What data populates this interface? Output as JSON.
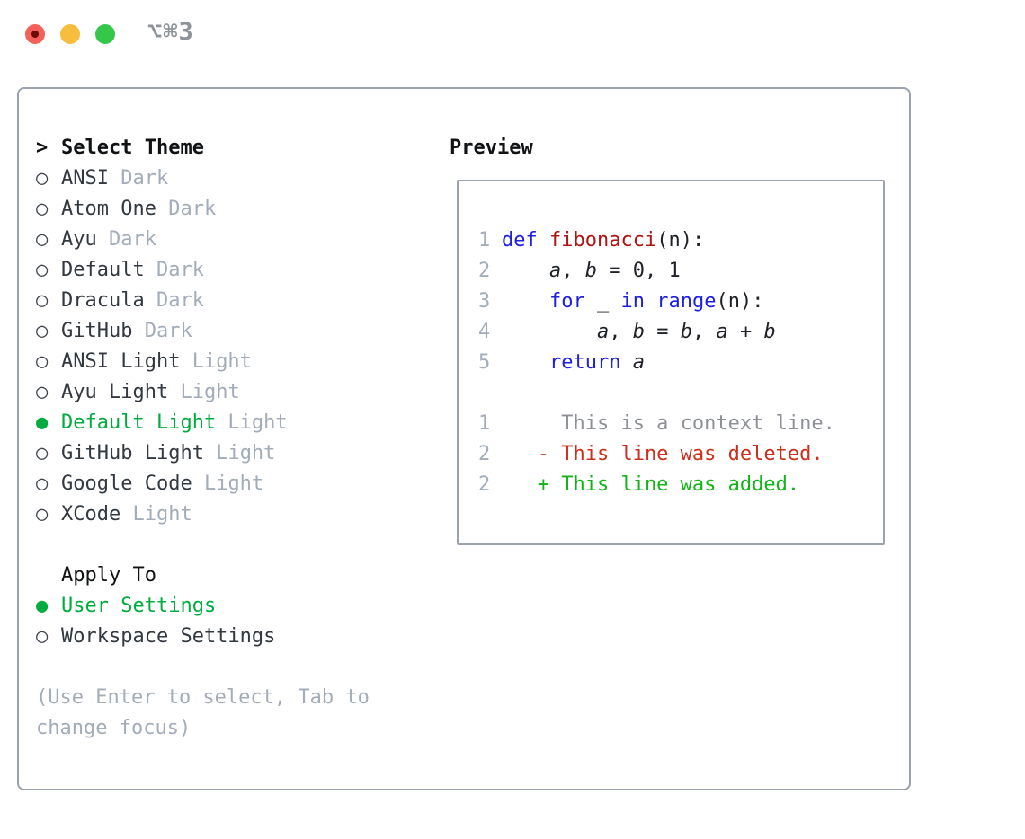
{
  "window": {
    "shortcut": "⌥⌘3",
    "traffic_lights": [
      "close",
      "minimize",
      "zoom"
    ]
  },
  "icons": {
    "prompt": ">",
    "radio_unselected": "○",
    "radio_selected": "●"
  },
  "theme_selector": {
    "title": "Select Theme",
    "items": [
      {
        "name": "ANSI",
        "variant": "Dark",
        "selected": false
      },
      {
        "name": "Atom One",
        "variant": "Dark",
        "selected": false
      },
      {
        "name": "Ayu",
        "variant": "Dark",
        "selected": false
      },
      {
        "name": "Default",
        "variant": "Dark",
        "selected": false
      },
      {
        "name": "Dracula",
        "variant": "Dark",
        "selected": false
      },
      {
        "name": "GitHub",
        "variant": "Dark",
        "selected": false
      },
      {
        "name": "ANSI Light",
        "variant": "Light",
        "selected": false
      },
      {
        "name": "Ayu Light",
        "variant": "Light",
        "selected": false
      },
      {
        "name": "Default Light",
        "variant": "Light",
        "selected": true
      },
      {
        "name": "GitHub Light",
        "variant": "Light",
        "selected": false
      },
      {
        "name": "Google Code",
        "variant": "Light",
        "selected": false
      },
      {
        "name": "XCode",
        "variant": "Light",
        "selected": false
      }
    ]
  },
  "apply_to": {
    "title": "Apply To",
    "options": [
      {
        "label": "User Settings",
        "selected": true
      },
      {
        "label": "Workspace Settings",
        "selected": false
      }
    ]
  },
  "hint": "(Use Enter to select, Tab to change focus)",
  "preview": {
    "title": "Preview",
    "lines": [
      {
        "num": "1",
        "segments": [
          {
            "t": "def",
            "c": "kw"
          },
          {
            "t": " "
          },
          {
            "t": "fibonacci",
            "c": "fn"
          },
          {
            "t": "(n):"
          }
        ]
      },
      {
        "num": "2",
        "segments": [
          {
            "t": "    "
          },
          {
            "t": "a",
            "c": "var"
          },
          {
            "t": ", "
          },
          {
            "t": "b",
            "c": "var"
          },
          {
            "t": " = 0, 1"
          }
        ]
      },
      {
        "num": "3",
        "segments": [
          {
            "t": "    "
          },
          {
            "t": "for",
            "c": "kw"
          },
          {
            "t": " _ "
          },
          {
            "t": "in",
            "c": "kw"
          },
          {
            "t": " "
          },
          {
            "t": "range",
            "c": "kw"
          },
          {
            "t": "(n):"
          }
        ]
      },
      {
        "num": "4",
        "segments": [
          {
            "t": "        "
          },
          {
            "t": "a",
            "c": "var"
          },
          {
            "t": ", "
          },
          {
            "t": "b",
            "c": "var"
          },
          {
            "t": " = "
          },
          {
            "t": "b",
            "c": "var"
          },
          {
            "t": ", "
          },
          {
            "t": "a",
            "c": "var"
          },
          {
            "t": " + "
          },
          {
            "t": "b",
            "c": "var"
          }
        ]
      },
      {
        "num": "5",
        "segments": [
          {
            "t": "    "
          },
          {
            "t": "return",
            "c": "kw"
          },
          {
            "t": " "
          },
          {
            "t": "a",
            "c": "var"
          }
        ]
      },
      {
        "num": "",
        "segments": []
      },
      {
        "num": "1",
        "segments": [
          {
            "t": "     This is a context line.",
            "c": "ctx"
          }
        ]
      },
      {
        "num": "2",
        "segments": [
          {
            "t": "   - This line was deleted.",
            "c": "del"
          }
        ]
      },
      {
        "num": "2",
        "segments": [
          {
            "t": "   + This line was added.",
            "c": "add"
          }
        ]
      }
    ]
  },
  "colors": {
    "selection_green": "#00ac3f",
    "diff_added_green": "#12b417",
    "diff_deleted_red": "#cc2f1e",
    "keyword_blue": "#1f1fe0",
    "function_red": "#b01414",
    "muted_gray": "#a3adb9",
    "border_gray": "#9aa3ae"
  }
}
